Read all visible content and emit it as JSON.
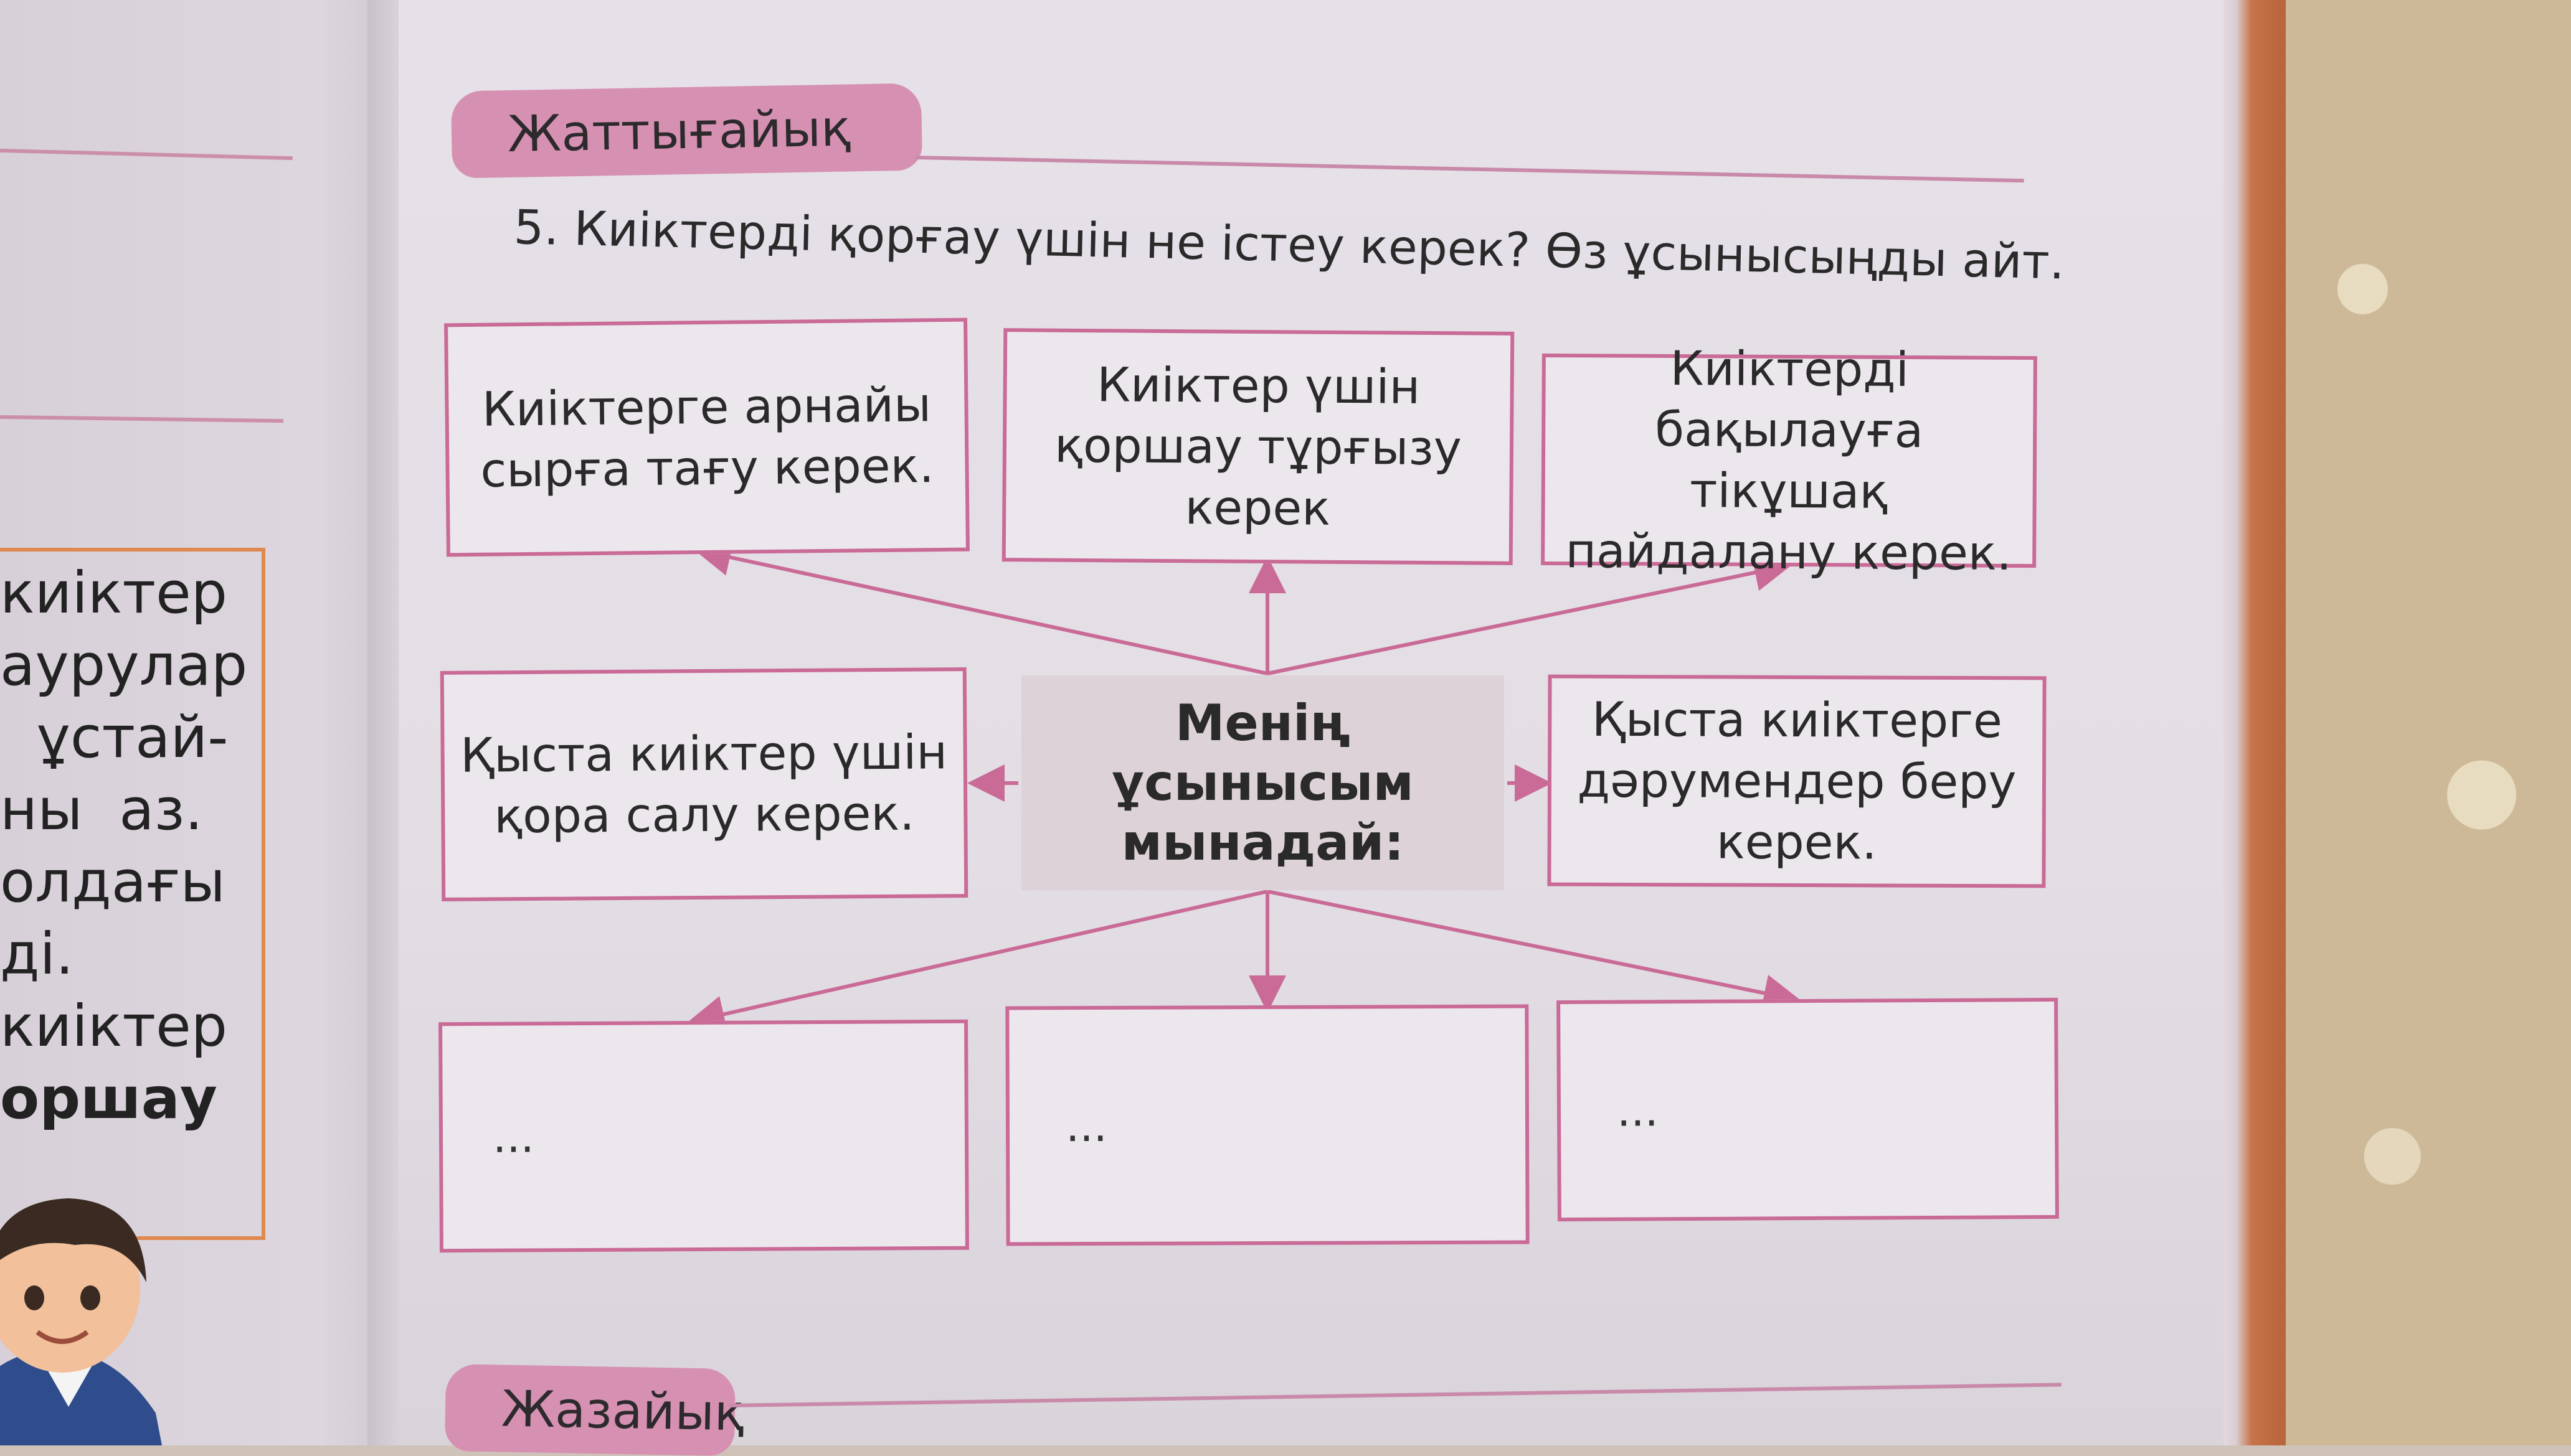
{
  "left_page": {
    "text_lines": [
      "киіктер",
      "аурулар",
      "  ұстай-",
      "ны  аз.",
      "олдағы",
      "ді.",
      "киіктер",
      "оршау"
    ]
  },
  "section_tab": "Жаттығайық",
  "question": "5. Киіктерді қорғау үшін не істеу керек? Өз ұсынысыңды айт.",
  "center": {
    "lines": [
      "Менің",
      "ұсынысым",
      "мынадай:"
    ]
  },
  "top_boxes": [
    "Киіктерге арнайы сырға тағу керек.",
    "Киіктер үшін қоршау тұрғызу керек",
    "Киіктерді бақылауға тікұшақ пайдалану керек."
  ],
  "side_boxes": {
    "left": "Қыста киіктер үшін қора салу керек.",
    "right": "Қыста киіктерге дәрумендер беру керек."
  },
  "bottom_boxes": [
    "...",
    "...",
    "..."
  ],
  "bottom_tab": "Жазайық",
  "colors": {
    "accent_pink": "#c96a97",
    "tab_pink": "#d690b2",
    "left_box_orange": "#e0894f"
  }
}
